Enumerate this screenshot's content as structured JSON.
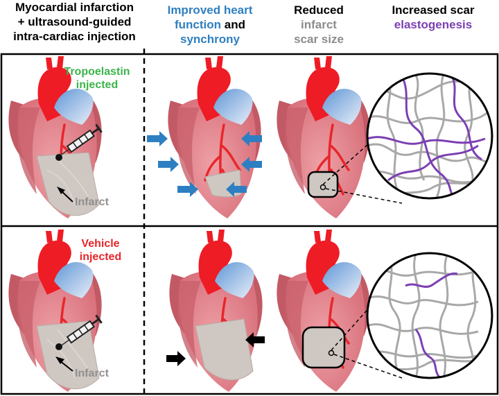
{
  "headers": {
    "col1": [
      "Myocardial infarction",
      "+ ultrasound-guided",
      "intra-cardiac injection"
    ],
    "col2_line1": "Improved heart",
    "col2_line2a": "function",
    "col2_line2b": "and",
    "col2_line3": "synchrony",
    "col3": [
      "Reduced",
      "infarct",
      "scar size"
    ],
    "col4_line1": "Increased scar",
    "col4_line2": "elastogenesis"
  },
  "rows": {
    "top": {
      "label": [
        "Tropoelastin",
        "injected"
      ],
      "infarct_label": "Infarct"
    },
    "bottom": {
      "label": [
        "Vehicle",
        "injected"
      ],
      "infarct_label": "Infarct"
    }
  },
  "colors": {
    "black": "#000000",
    "blue": "#2e7fc1",
    "gray_text": "#8c8c8c",
    "purple": "#7b3fb3",
    "green": "#3cb34a",
    "red_text": "#e8262b",
    "heart_pink": "#e58b92",
    "heart_dark": "#c25a66",
    "aorta_red": "#ee1c25",
    "vessel_blue": "#8ab6e0",
    "scar_gray": "#cfc7c2",
    "arrow_blue": "#2e7fc1"
  }
}
